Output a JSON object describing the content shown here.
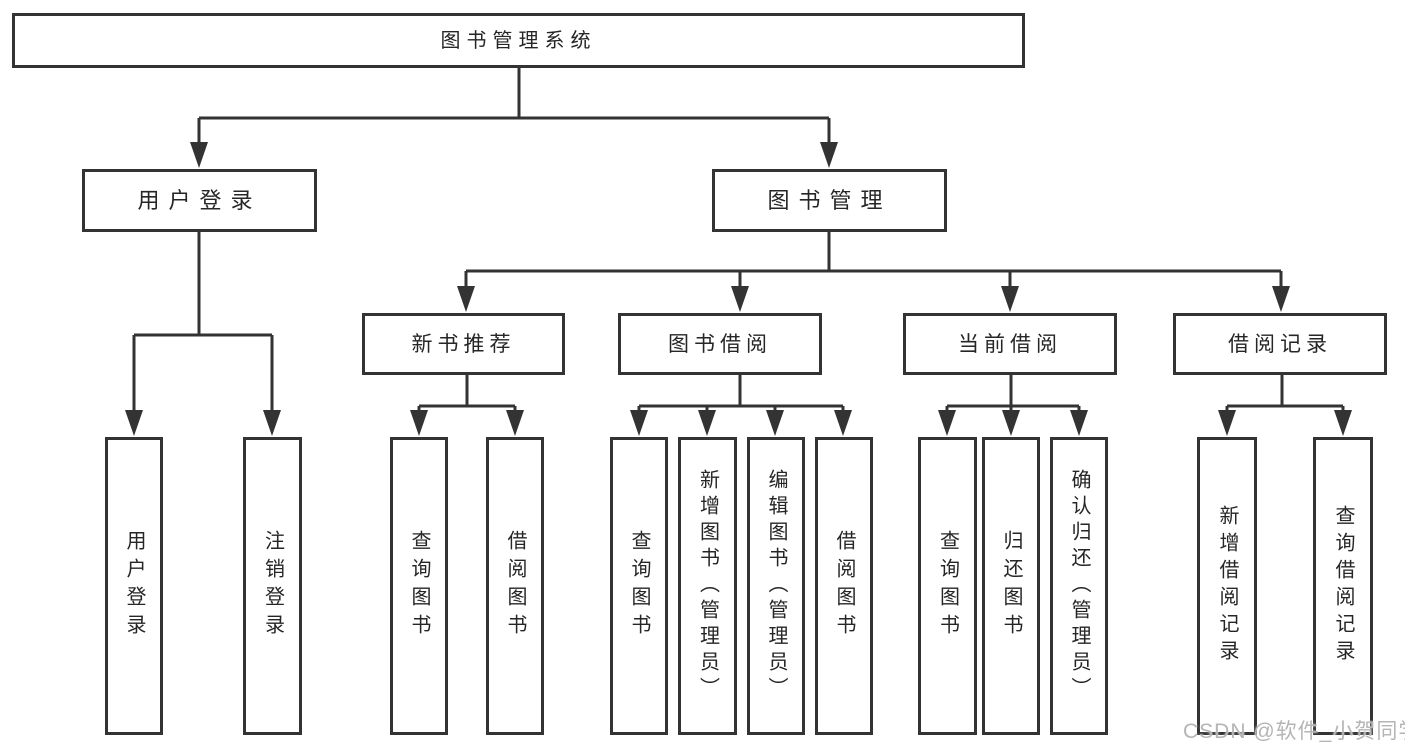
{
  "tree": {
    "root": "图书管理系统",
    "branches": [
      {
        "label": "用户登录",
        "children": [
          "用户登录",
          "注销登录"
        ]
      },
      {
        "label": "图书管理",
        "sections": [
          {
            "label": "新书推荐",
            "children": [
              "查询图书",
              "借阅图书"
            ]
          },
          {
            "label": "图书借阅",
            "children": [
              "查询图书",
              "新增图书（管理员）",
              "编辑图书（管理员）",
              "借阅图书"
            ]
          },
          {
            "label": "当前借阅",
            "children": [
              "查询图书",
              "归还图书",
              "确认归还（管理员）"
            ]
          },
          {
            "label": "借阅记录",
            "children": [
              "新增借阅记录",
              "查询借阅记录"
            ]
          }
        ]
      }
    ]
  },
  "watermark": "CSDN @软件_小贺同学",
  "colors": {
    "line": "#333333",
    "box_border": "#333333",
    "box_background": "#ffffff",
    "text": "#262626",
    "watermark": "#b5b5b5",
    "background": "#ffffff"
  }
}
